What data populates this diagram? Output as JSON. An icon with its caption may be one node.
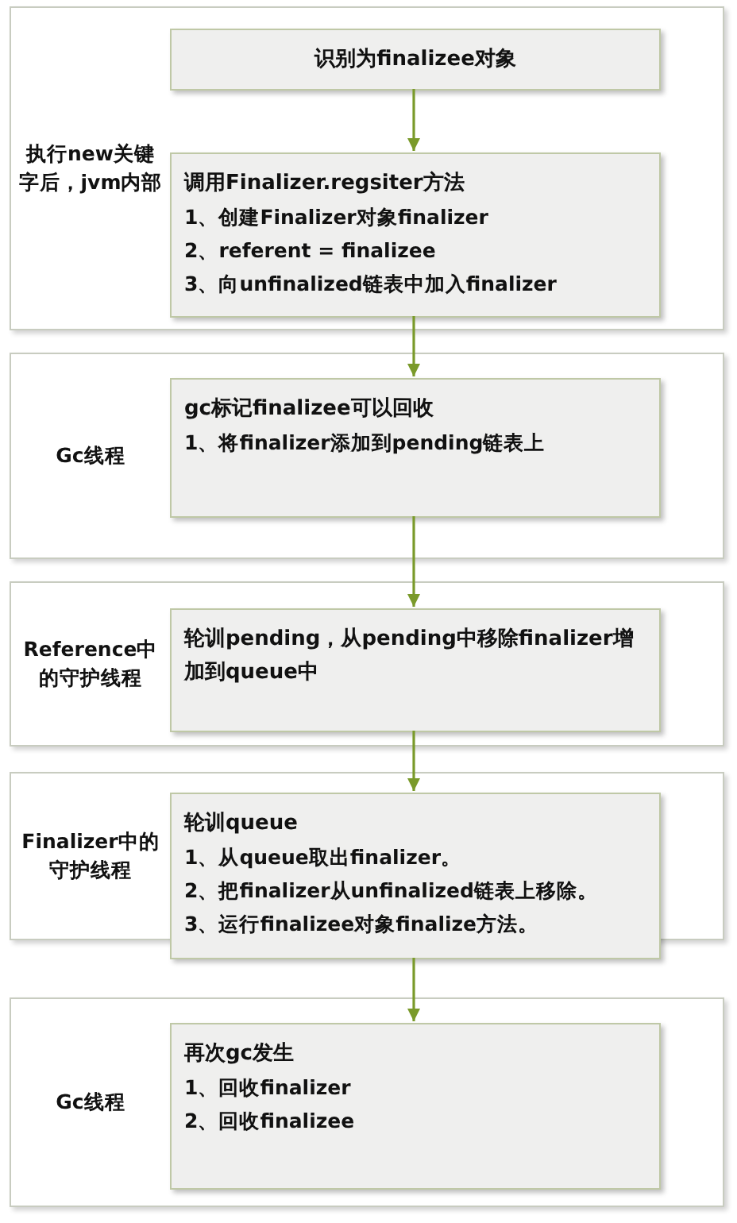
{
  "diagram": {
    "nodes": [
      {
        "text": [
          "执行new关键字后，jvm内部"
        ]
      },
      {
        "text": [
          "识别为finalizee对象"
        ],
        "in": 0
      },
      {
        "text": [
          "调用Finalizer.regsiter方法",
          "1、创建Finalizer对象finalizer",
          "2、referent = finalizee",
          "3、向unfinalized链表中加入finalizer"
        ],
        "in": 0
      },
      {
        "text": [
          "Gc线程"
        ]
      },
      {
        "text": [
          "gc标记finalizee可以回收",
          "1、将finalizer添加到pending链表上"
        ],
        "in": 3
      },
      {
        "text": [
          "Reference中的守护线程"
        ]
      },
      {
        "text": [
          "轮训pending，从pending中移除finalizer增加到queue中"
        ],
        "in": 5
      },
      {
        "text": [
          "Finalizer中的守护线程"
        ]
      },
      {
        "text": [
          "轮训queue",
          "1、从queue取出finalizer。",
          "2、把finalizer从unfinalized链表上移除。",
          "3、运行finalizee对象finalize方法。"
        ],
        "in": 7
      },
      {
        "text": [
          "Gc线程"
        ]
      },
      {
        "text": [
          "再次gc发生",
          "1、回收finalizer",
          "2、回收finalizee"
        ],
        "in": 9
      }
    ],
    "edges": [
      {
        "from": 1,
        "to": 2,
        "arrow": "to"
      },
      {
        "from": 2,
        "to": 4,
        "arrow": "to"
      },
      {
        "from": 4,
        "to": 6,
        "arrow": "to"
      },
      {
        "from": 6,
        "to": 8,
        "arrow": "to"
      },
      {
        "from": 8,
        "to": 10,
        "arrow": "to"
      }
    ]
  }
}
